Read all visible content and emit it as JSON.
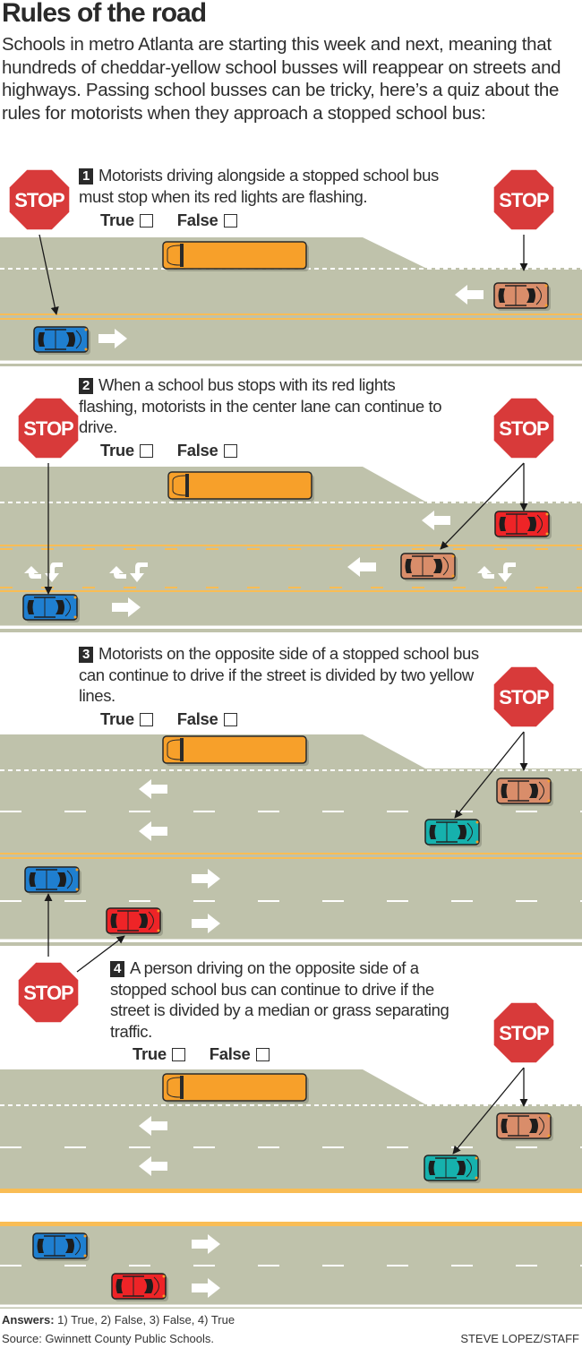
{
  "header": {
    "title": "Rules of the road",
    "intro": "Schools in metro Atlanta are starting this week and next, meaning that hundreds of cheddar-yellow school busses will reappear on streets and highways. Passing school busses can be tricky, here’s a quiz about the rules for motorists when they approach a stopped school bus:"
  },
  "sign_text": "STOP",
  "questions": [
    {
      "number": "1",
      "text": "Motorists driving alongside a stopped school bus must stop when its red lights are flashing.",
      "true_label": "True",
      "false_label": "False"
    },
    {
      "number": "2",
      "text": "When a school bus stops with its red lights flashing, motorists in the center lane can continue to drive.",
      "true_label": "True",
      "false_label": "False"
    },
    {
      "number": "3",
      "text": "Motorists on the opposite side of a stopped school bus can continue to drive if the street is divided by two yellow lines.",
      "true_label": "True",
      "false_label": "False"
    },
    {
      "number": "4",
      "text": "A person driving on the opposite side of a stopped school bus can continue to drive if the street is divided by a median or grass separating traffic.",
      "true_label": "True",
      "false_label": "False"
    }
  ],
  "footer": {
    "answers_label": "Answers:",
    "answers": " 1) True, 2) False, 3) False, 4) True",
    "source": "Source: Gwinnett County Public Schools.",
    "credit": "STEVE LOPEZ/STAFF"
  },
  "colors": {
    "road": "#bfc2ab",
    "yellow_line": "#f9bd55",
    "bus": "#f7a02a",
    "stop": "#d83a3a",
    "car_blue": "#1f7fd0",
    "car_brown": "#d98d6a",
    "car_red": "#ee2427",
    "car_teal": "#16b1ad"
  }
}
